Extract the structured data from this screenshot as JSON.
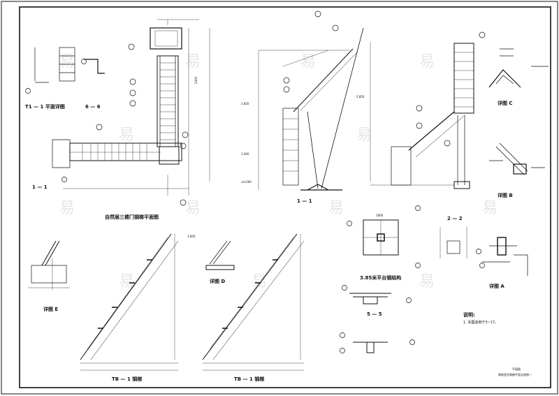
{
  "titles": {
    "plan": "自然层三楼门钢梯平面图",
    "section_11": "1 — 1",
    "detail_e": "详图 E",
    "detail_d": "详图 D",
    "detail_c": "详图 C",
    "detail_b": "详图 B",
    "detail_a": "详图 A",
    "tb1_left": "TB — 1 钢梯",
    "tb1_right": "TB — 1 钢梯",
    "platform": "3.85米平台钢结构",
    "sec_55": "5 — 5",
    "sec_22": "2 — 2",
    "sec_t1": "T1 — 1 平面详图",
    "sec_66": "6 — 6",
    "sec_11_plan": "1 — 1"
  },
  "notes": {
    "heading": "说明:",
    "line1": "1. 本图适用于3~17。"
  },
  "title_block": {
    "line1": "平面图",
    "line2": "建筑室外钢梯平面全部图一"
  },
  "dims": {
    "d1": "3.850",
    "d2": "1.000",
    "d3": "±0.000",
    "d4": "2400",
    "d5": "1800",
    "d6": "5.850"
  },
  "watermark": "易"
}
